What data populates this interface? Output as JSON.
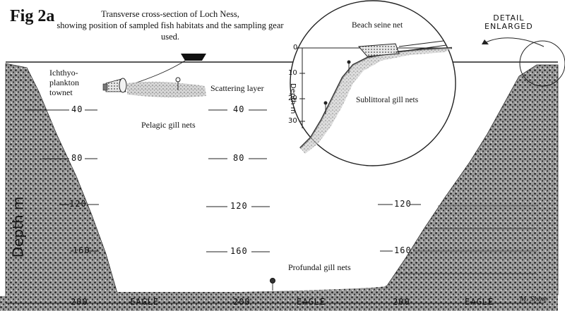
{
  "figure": {
    "number": "Fig 2a",
    "caption_line1": "Transverse cross-section of Loch Ness,",
    "caption_line2": "showing position of sampled fish habitats and the sampling gear used.",
    "y_axis_label": "Depth m"
  },
  "habitat_labels": {
    "townet": "Ichthyo-\nplankton\ntownet",
    "townet_l1": "Ichthyo-",
    "townet_l2": "plankton",
    "townet_l3": "townet",
    "scattering": "Scattering layer",
    "pelagic": "Pelagic gill nets",
    "profundal": "Profundal gill nets"
  },
  "depth_marks": {
    "left": [
      "40",
      "80",
      "120",
      "160",
      "200"
    ],
    "center": [
      "40",
      "80",
      "120",
      "160",
      "200"
    ],
    "right": [
      "120",
      "160",
      "200"
    ],
    "eagle": "EAGLE"
  },
  "inset": {
    "title": "Beach seine net",
    "sublittoral": "Sublittoral gill nets",
    "axis_label": "Depth  m",
    "ticks": [
      "0",
      "10",
      "20",
      "30"
    ],
    "detail_l1": "DETAIL",
    "detail_l2": "ENLARGED"
  },
  "signature": "M. Shine"
}
